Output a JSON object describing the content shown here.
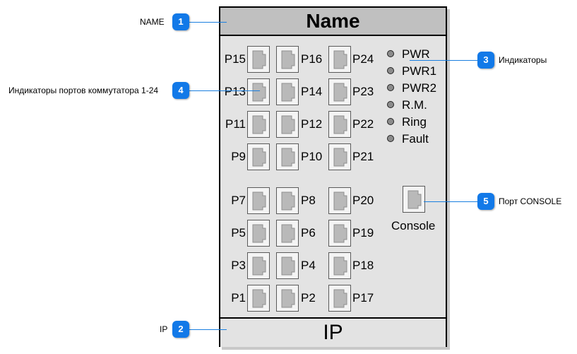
{
  "panel": {
    "name": "Name",
    "ip": "IP",
    "console_label": "Console"
  },
  "ports": [
    {
      "label": "P15"
    },
    {
      "label": "P16"
    },
    {
      "label": "P24"
    },
    {
      "label": "P13"
    },
    {
      "label": "P14"
    },
    {
      "label": "P23"
    },
    {
      "label": "P11"
    },
    {
      "label": "P12"
    },
    {
      "label": "P22"
    },
    {
      "label": "P9"
    },
    {
      "label": "P10"
    },
    {
      "label": "P21"
    },
    {
      "label": "P7"
    },
    {
      "label": "P8"
    },
    {
      "label": "P20"
    },
    {
      "label": "P5"
    },
    {
      "label": "P6"
    },
    {
      "label": "P19"
    },
    {
      "label": "P3"
    },
    {
      "label": "P4"
    },
    {
      "label": "P18"
    },
    {
      "label": "P1"
    },
    {
      "label": "P2"
    },
    {
      "label": "P17"
    }
  ],
  "indicators": [
    {
      "label": "PWR"
    },
    {
      "label": "PWR1"
    },
    {
      "label": "PWR2"
    },
    {
      "label": "R.M."
    },
    {
      "label": "Ring"
    },
    {
      "label": "Fault"
    }
  ],
  "callouts": [
    {
      "number": "1",
      "text": "NAME"
    },
    {
      "number": "2",
      "text": "IP"
    },
    {
      "number": "3",
      "text": "Индикаторы"
    },
    {
      "number": "4",
      "text": "Индикаторы портов коммутатора 1-24"
    },
    {
      "number": "5",
      "text": "Порт CONSOLE"
    }
  ],
  "colors": {
    "callout": "#1279e8",
    "leader": "#1a7fe0",
    "panel_bg": "#e3e3e3",
    "header_bg": "#c0c0c0",
    "led": "#8c8c8c"
  }
}
